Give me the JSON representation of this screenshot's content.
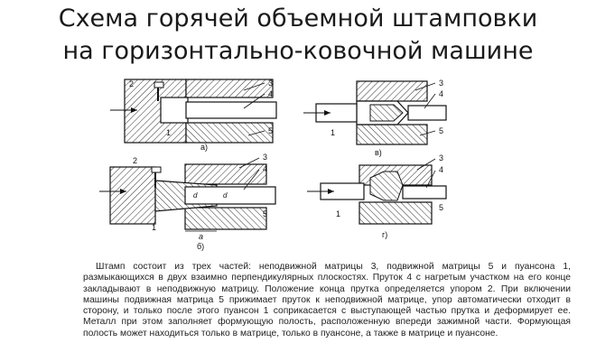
{
  "title_line1": "Схема горячей объемной штамповки",
  "title_line2": "на горизонтально-ковочной машине",
  "figure": {
    "panel_a_label": "а)",
    "panel_b_label": "б)",
    "panel_v_label": "в)",
    "panel_g_label": "г)",
    "callouts_a": [
      "1",
      "2",
      "3",
      "4",
      "5"
    ],
    "callouts_b": [
      "1",
      "2",
      "3",
      "4",
      "5"
    ],
    "callouts_v": [
      "1",
      "3",
      "4",
      "5"
    ],
    "callouts_g": [
      "1",
      "3",
      "4",
      "5"
    ],
    "dim_d": "d",
    "dim_d2": "d",
    "dim_a": "a"
  },
  "caption": "Штамп состоит из трех частей: неподвижной матрицы 3, подвижной матрицы 5 и пуансона 1, размыкающихся в двух взаимно перпендикулярных плоскостях. Пруток 4 с нагретым участком на его конце закладывают в неподвижную матрицу. Положение конца прутка определяется упором 2. При включении машины подвижная матрица 5 прижимает пруток к неподвижной матрице, упор автоматически отходит в сторону, и только после этого пуансон 1 соприкасается с выступающей частью прутка и деформирует ее. Металл при этом заполняет формующую полость, расположенную впереди зажимной части. Формующая полость может находиться только в матрице, только в пуансоне, а также в матрице и пуансоне."
}
